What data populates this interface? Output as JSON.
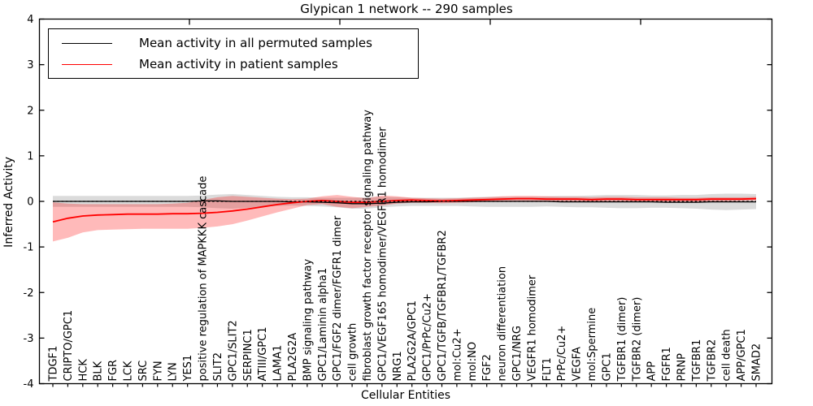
{
  "chart_data": {
    "type": "line",
    "title": "Glypican 1 network -- 290 samples",
    "xlabel": "Cellular Entities",
    "ylabel": "Inferred Activity",
    "ylim": [
      -4,
      4
    ],
    "yticks": [
      4,
      3,
      2,
      1,
      0,
      -1,
      -2,
      -3,
      -4
    ],
    "grid": false,
    "legend_position": "upper left",
    "zero_line_style": "dashed",
    "background_color": "#ffffff",
    "axis_color": "#000000",
    "categories": [
      "TDGF1",
      "CRIPTO/GPC1",
      "HCK",
      "BLK",
      "FGR",
      "LCK",
      "SRC",
      "FYN",
      "LYN",
      "YES1",
      "positive regulation of MAPKKK cascade",
      "SLIT2",
      "GPC1/SLIT2",
      "SERPINC1",
      "ATIII/GPC1",
      "LAMA1",
      "PLA2G2A",
      "BMP signaling pathway",
      "GPC1/Laminin alpha1",
      "GPC1/FGF2 dimer/FGFR1 dimer",
      "cell growth",
      "fibroblast growth factor receptor signaling pathway",
      "GPC1/VEGF165 homodimer/VEGFR1 homodimer",
      "NRG1",
      "PLA2G2A/GPC1",
      "GPC1/PrPc/Cu2+",
      "GPC1/TGFB/TGFBR1/TGFBR2",
      "mol:Cu2+",
      "mol:NO",
      "FGF2",
      "neuron differentiation",
      "GPC1/NRG",
      "VEGFR1 homodimer",
      "FLT1",
      "PrPc/Cu2+",
      "VEGFA",
      "mol:Spermine",
      "GPC1",
      "TGFBR1 (dimer)",
      "TGFBR2 (dimer)",
      "APP",
      "FGFR1",
      "PRNP",
      "TGFBR1",
      "TGFBR2",
      "cell death",
      "APP/GPC1",
      "SMAD2"
    ],
    "series": [
      {
        "name": "Mean activity in all permuted samples",
        "color": "#000000",
        "band_color": "rgba(0,0,0,0.14)",
        "values": [
          0,
          0,
          0,
          0,
          0,
          0,
          0,
          0,
          0,
          0,
          0.01,
          0.01,
          0,
          0,
          0,
          0,
          -0.01,
          -0.01,
          -0.02,
          -0.03,
          -0.05,
          -0.05,
          -0.04,
          -0.02,
          -0.01,
          -0.01,
          0,
          0,
          0,
          0,
          0,
          0,
          0,
          0,
          -0.01,
          -0.01,
          -0.01,
          -0.01,
          -0.01,
          -0.01,
          -0.01,
          -0.02,
          -0.02,
          -0.02,
          -0.01,
          -0.01,
          -0.01,
          -0.01
        ],
        "band_high": [
          0.12,
          0.12,
          0.12,
          0.12,
          0.12,
          0.12,
          0.12,
          0.12,
          0.12,
          0.12,
          0.13,
          0.15,
          0.16,
          0.14,
          0.12,
          0.1,
          0.09,
          0.09,
          0.08,
          0.08,
          0.08,
          0.09,
          0.1,
          0.09,
          0.08,
          0.08,
          0.08,
          0.08,
          0.09,
          0.1,
          0.1,
          0.1,
          0.1,
          0.11,
          0.12,
          0.12,
          0.13,
          0.14,
          0.14,
          0.14,
          0.13,
          0.13,
          0.14,
          0.14,
          0.16,
          0.17,
          0.17,
          0.16
        ],
        "band_low": [
          -0.12,
          -0.12,
          -0.12,
          -0.12,
          -0.12,
          -0.12,
          -0.12,
          -0.12,
          -0.12,
          -0.12,
          -0.13,
          -0.15,
          -0.16,
          -0.14,
          -0.12,
          -0.1,
          -0.09,
          -0.1,
          -0.11,
          -0.13,
          -0.16,
          -0.16,
          -0.13,
          -0.11,
          -0.1,
          -0.1,
          -0.1,
          -0.1,
          -0.11,
          -0.12,
          -0.12,
          -0.12,
          -0.12,
          -0.11,
          -0.12,
          -0.13,
          -0.13,
          -0.14,
          -0.15,
          -0.15,
          -0.14,
          -0.14,
          -0.15,
          -0.16,
          -0.18,
          -0.19,
          -0.18,
          -0.17
        ]
      },
      {
        "name": "Mean activity in patient samples",
        "color": "#ff0000",
        "band_color": "rgba(255,0,0,0.27)",
        "values": [
          -0.45,
          -0.37,
          -0.32,
          -0.3,
          -0.29,
          -0.28,
          -0.28,
          -0.28,
          -0.27,
          -0.27,
          -0.26,
          -0.24,
          -0.21,
          -0.17,
          -0.12,
          -0.07,
          -0.03,
          0.0,
          0.02,
          0.0,
          -0.02,
          -0.02,
          0.0,
          0.02,
          0.03,
          0.02,
          0.01,
          0.02,
          0.03,
          0.04,
          0.05,
          0.06,
          0.06,
          0.05,
          0.05,
          0.05,
          0.04,
          0.05,
          0.05,
          0.04,
          0.04,
          0.04,
          0.04,
          0.04,
          0.05,
          0.05,
          0.05,
          0.06
        ],
        "band_high": [
          -0.02,
          -0.05,
          -0.06,
          -0.06,
          -0.06,
          -0.06,
          -0.06,
          -0.06,
          -0.05,
          -0.03,
          0.03,
          0.09,
          0.12,
          0.1,
          0.08,
          0.06,
          0.05,
          0.06,
          0.11,
          0.14,
          0.1,
          0.07,
          0.13,
          0.11,
          0.08,
          0.07,
          0.06,
          0.07,
          0.08,
          0.09,
          0.11,
          0.12,
          0.12,
          0.11,
          0.1,
          0.1,
          0.09,
          0.1,
          0.1,
          0.09,
          0.09,
          0.09,
          0.08,
          0.08,
          0.09,
          0.09,
          0.09,
          0.1
        ],
        "band_low": [
          -0.88,
          -0.8,
          -0.68,
          -0.63,
          -0.62,
          -0.61,
          -0.6,
          -0.6,
          -0.6,
          -0.6,
          -0.58,
          -0.55,
          -0.5,
          -0.42,
          -0.33,
          -0.24,
          -0.16,
          -0.08,
          -0.06,
          -0.12,
          -0.15,
          -0.12,
          -0.09,
          -0.05,
          -0.03,
          -0.03,
          -0.04,
          -0.03,
          -0.02,
          -0.01,
          0.0,
          0.01,
          0.01,
          0.0,
          0.0,
          0.0,
          -0.01,
          0.0,
          0.0,
          -0.01,
          -0.01,
          -0.01,
          -0.01,
          -0.01,
          0.0,
          0.0,
          0.01,
          0.02
        ]
      }
    ]
  }
}
